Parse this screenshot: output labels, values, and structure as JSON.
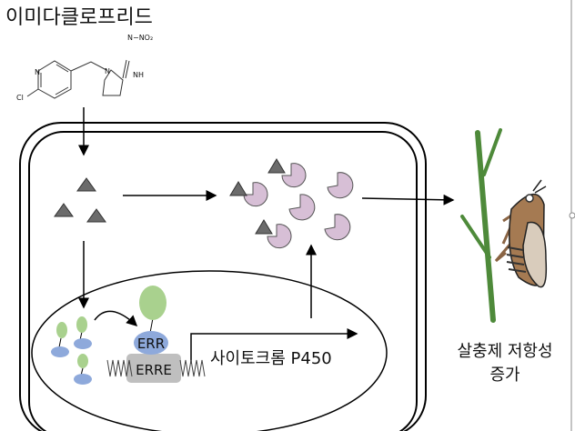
{
  "title": "이미다클로프리드",
  "molecule": {
    "nitro": "N−NO₂",
    "n_ring": "N",
    "n1": "N",
    "nh": "NH",
    "cl": "Cl"
  },
  "nucleus": {
    "receptor": "ERR",
    "element": "ERRE",
    "gene": "사이토크롬 P450"
  },
  "outcome": {
    "line1": "살충제 저항성",
    "line2": "증가"
  },
  "colors": {
    "triangle": "#6b6b6b",
    "enzyme": "#d7bfd6",
    "receptor": "#8ea9db",
    "ligand": "#a9d18e",
    "dna_box": "#bfbfbf",
    "grass": "#4e8a3a",
    "insect": "#a57a52"
  }
}
